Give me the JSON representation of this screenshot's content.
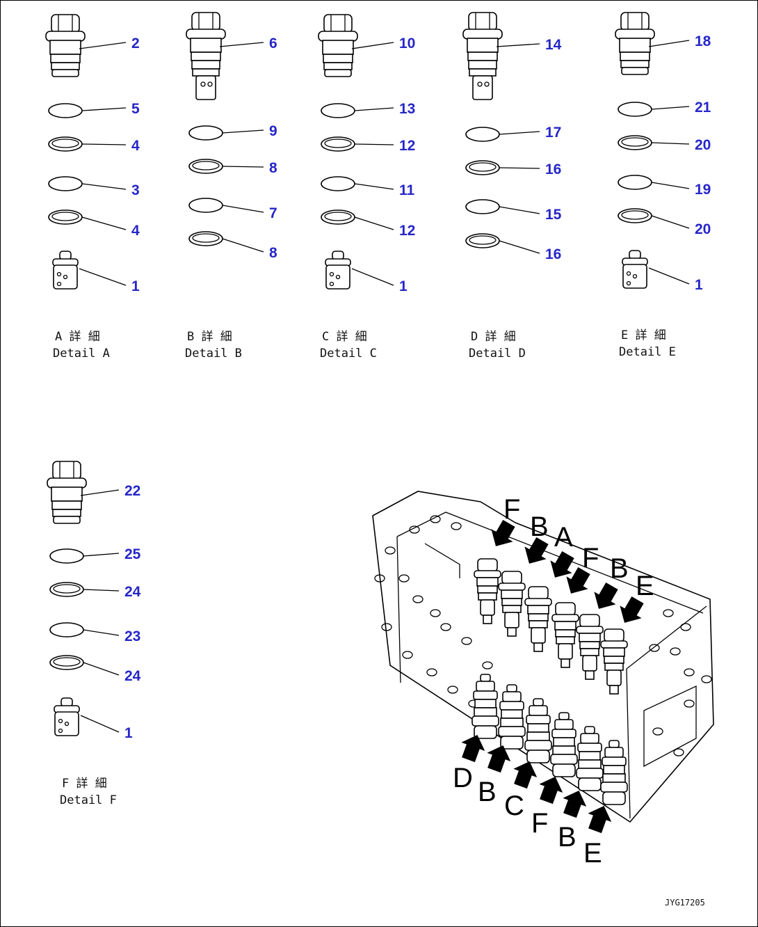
{
  "diagram": {
    "code": "JYG17205",
    "details": [
      {
        "id": "A",
        "caption_jp": "A 詳 細",
        "caption_en": "Detail A",
        "parts": [
          {
            "n": "2"
          },
          {
            "n": "5"
          },
          {
            "n": "4"
          },
          {
            "n": "3"
          },
          {
            "n": "4"
          },
          {
            "n": "1"
          }
        ]
      },
      {
        "id": "B",
        "caption_jp": "B 詳 細",
        "caption_en": "Detail B",
        "parts": [
          {
            "n": "6"
          },
          {
            "n": "9"
          },
          {
            "n": "8"
          },
          {
            "n": "7"
          },
          {
            "n": "8"
          }
        ]
      },
      {
        "id": "C",
        "caption_jp": "C 詳 細",
        "caption_en": "Detail C",
        "parts": [
          {
            "n": "10"
          },
          {
            "n": "13"
          },
          {
            "n": "12"
          },
          {
            "n": "11"
          },
          {
            "n": "12"
          },
          {
            "n": "1"
          }
        ]
      },
      {
        "id": "D",
        "caption_jp": "D 詳 細",
        "caption_en": "Detail D",
        "parts": [
          {
            "n": "14"
          },
          {
            "n": "17"
          },
          {
            "n": "16"
          },
          {
            "n": "15"
          },
          {
            "n": "16"
          }
        ]
      },
      {
        "id": "E",
        "caption_jp": "E 詳 細",
        "caption_en": "Detail E",
        "parts": [
          {
            "n": "18"
          },
          {
            "n": "21"
          },
          {
            "n": "20"
          },
          {
            "n": "19"
          },
          {
            "n": "20"
          },
          {
            "n": "1"
          }
        ]
      },
      {
        "id": "F",
        "caption_jp": "F 詳 細",
        "caption_en": "Detail F",
        "parts": [
          {
            "n": "22"
          },
          {
            "n": "25"
          },
          {
            "n": "24"
          },
          {
            "n": "23"
          },
          {
            "n": "24"
          },
          {
            "n": "1"
          }
        ]
      }
    ],
    "assembly_labels_top": [
      "F",
      "B",
      "A",
      "F",
      "B",
      "E"
    ],
    "assembly_labels_bottom": [
      "D",
      "B",
      "C",
      "F",
      "B",
      "E"
    ]
  }
}
